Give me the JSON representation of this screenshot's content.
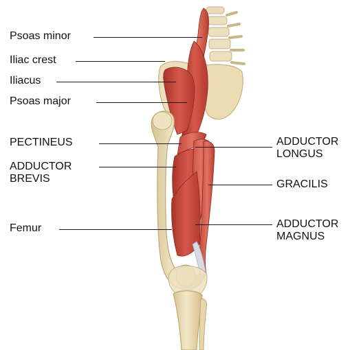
{
  "labels_left": [
    {
      "id": "psoas-minor",
      "text": "Psoas minor"
    },
    {
      "id": "iliac-crest",
      "text": "Iliac crest"
    },
    {
      "id": "iliacus",
      "text": "Iliacus"
    },
    {
      "id": "psoas-major",
      "text": "Psoas major"
    },
    {
      "id": "pectineus",
      "text": "PECTINEUS"
    },
    {
      "id": "adductor-brevis",
      "lines": [
        "ADDUCTOR",
        "BREVIS"
      ]
    },
    {
      "id": "femur",
      "text": "Femur"
    }
  ],
  "labels_right": [
    {
      "id": "adductor-longus",
      "lines": [
        "ADDUCTOR",
        "LONGUS"
      ]
    },
    {
      "id": "gracilis",
      "text": "GRACILIS"
    },
    {
      "id": "adductor-magnus",
      "lines": [
        "ADDUCTOR",
        "MAGNUS"
      ]
    }
  ],
  "colors": {
    "muscle": "#c9473a",
    "muscle_dark": "#9c2b22",
    "muscle_light": "#e07a66",
    "bone": "#efe2bf",
    "bone_shade": "#d8c697",
    "tendon": "#d9dde6",
    "line": "#1a1a1a"
  }
}
